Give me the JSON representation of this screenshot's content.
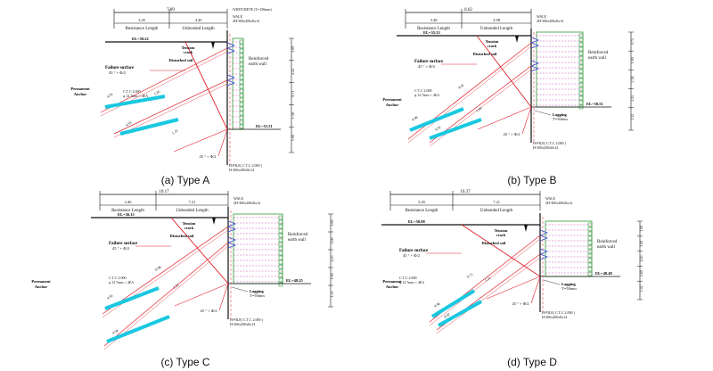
{
  "captions": [
    "(a) Type A",
    "(b) Type B",
    "(c) Type C",
    "(d) Type D"
  ],
  "accent": {
    "anchor": "#19c8e0",
    "red": "#e0202a",
    "green": "#2f9a3a",
    "magenta": "#c026a8",
    "blue": "#3c54d8",
    "ink": "#111111"
  },
  "common": {
    "resistance": "Resistance Length",
    "unbonded": "Unbonded Length",
    "tension": "Tension",
    "crack": "crack",
    "disturbed": "Disturbed soil",
    "failure": "Failure surface",
    "failure_angle": "45 ° + Φ/2",
    "permanent": "Permanent",
    "anchor": "Anchor",
    "reinforced": "Reinforced",
    "earth_wall": "earth wall",
    "lagging": "Lagging",
    "lagging_t": "T=50mm",
    "angle_lower": "45 ° + Φ/2",
    "pile_top": "H-PILE( C.T.C 2.000 )",
    "pile_bottom": "H-300x200x8x14"
  },
  "panels": [
    {
      "id": "a",
      "total": "7.89",
      "resist": "3.45",
      "unbond": "4.45",
      "top_note": "WHITCRETE (T=150mm)",
      "wale": "WALE",
      "wale_spec": "2H-300x200x8x14",
      "el_top": "EL=58.22",
      "el_bot": "EL=51.51",
      "anchor_spec1": "C.T.C 2.000",
      "anchor_spec2": "φ 12.7mm × 4EA",
      "len1": "4.95",
      "len2": "4.93",
      "dims": [
        "1.09",
        "2.22",
        "6.71",
        "1.58",
        "1.00"
      ],
      "len_small": "1.35",
      "len_mid": "5.85"
    },
    {
      "id": "b",
      "total": "8.62",
      "resist": "3.48",
      "unbond": "3.98",
      "top_note": "",
      "wale": "WALE",
      "wale_spec": "2H-300x200x8x14",
      "el_top": "EL=55.53",
      "el_bot": "EL=50.51",
      "anchor_spec1": "C.T.C 2.000",
      "anchor_spec2": "φ 12.7mm × 4EA",
      "len1": "4.98",
      "len2": "4.91",
      "dims": [
        "0.75",
        "1.60",
        "2.38",
        "1.25",
        "1.32"
      ],
      "len_small": "1.09",
      "len_mid": "4.95"
    },
    {
      "id": "c",
      "total": "10.17",
      "resist": "3.46",
      "unbond": "7.21",
      "top_note": "",
      "wale": "WALE",
      "wale_spec": "2H-300x200x8x14",
      "el_top": "EL=56.15",
      "el_bot": "EL=48.25",
      "anchor_spec1": "C.T.C 2.000",
      "anchor_spec2": "φ 12.7mm × 4EA",
      "len1": "4.95",
      "len2": "4.94",
      "dims": [
        "1.00",
        "3.00",
        "2.25",
        "1.00",
        "1.51"
      ],
      "len_small": "1.22",
      "len_mid": "6.98"
    },
    {
      "id": "d",
      "total": "10.37",
      "resist": "3.45",
      "unbond": "7.21",
      "top_note": "",
      "wale": "WALE",
      "wale_spec": "2H-300x200x8x14",
      "el_top": "EL=58.88",
      "el_bot": "EL=48.48",
      "anchor_spec1": "C.T.C 2.000",
      "anchor_spec2": "φ 12.7mm × 4EA",
      "len1": "4.96",
      "len2": "4.92",
      "dims": [
        "1.00",
        "3.00",
        "4.45",
        "2.60",
        "1.02"
      ],
      "len_small": "1.31",
      "len_mid": "6.71"
    }
  ]
}
